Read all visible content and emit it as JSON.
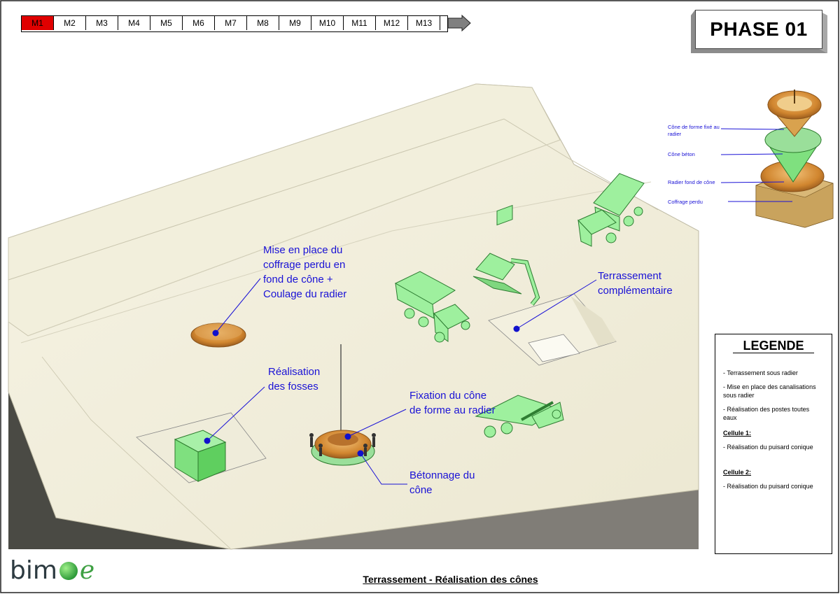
{
  "months": [
    {
      "label": "M1",
      "active": true
    },
    {
      "label": "M2",
      "active": false
    },
    {
      "label": "M3",
      "active": false
    },
    {
      "label": "M4",
      "active": false
    },
    {
      "label": "M5",
      "active": false
    },
    {
      "label": "M6",
      "active": false
    },
    {
      "label": "M7",
      "active": false
    },
    {
      "label": "M8",
      "active": false
    },
    {
      "label": "M9",
      "active": false
    },
    {
      "label": "M10",
      "active": false
    },
    {
      "label": "M11",
      "active": false
    },
    {
      "label": "M12",
      "active": false
    },
    {
      "label": "M13",
      "active": false
    }
  ],
  "phase": "PHASE 01",
  "callouts": {
    "coffrage": "Mise en place du coffrage perdu en fond de cône + Coulage du radier",
    "terrassement": "Terrassement complémentaire",
    "fosses": "Réalisation des fosses",
    "fixation": "Fixation du cône de forme au radier",
    "betonnage": "Bétonnage du cône"
  },
  "detail": {
    "cone_forme": "Cône de forme fixé au radier",
    "cone_beton": "Cône béton",
    "radier": "Radier fond de cône",
    "coffrage": "Coffrage perdu"
  },
  "legend": {
    "title": "LEGENDE",
    "items": [
      "- Terrassement sous radier",
      "- Mise en place des canalisations sous radier",
      "- Réalisation des postes toutes eaux"
    ],
    "cell1_title": "Cellule 1:",
    "cell1_item": "- Réalisation du puisard conique",
    "cell2_title": "Cellule 2:",
    "cell2_item": "- Réalisation du puisard conique"
  },
  "footer_title": "Terrassement - Réalisation des cônes",
  "logo": {
    "part1": "bim",
    "part2": "e"
  },
  "colors": {
    "active_month": "#e00000",
    "callout_text": "#1a12d6",
    "machine": "#8ff08f",
    "cone": "#d4913f"
  }
}
